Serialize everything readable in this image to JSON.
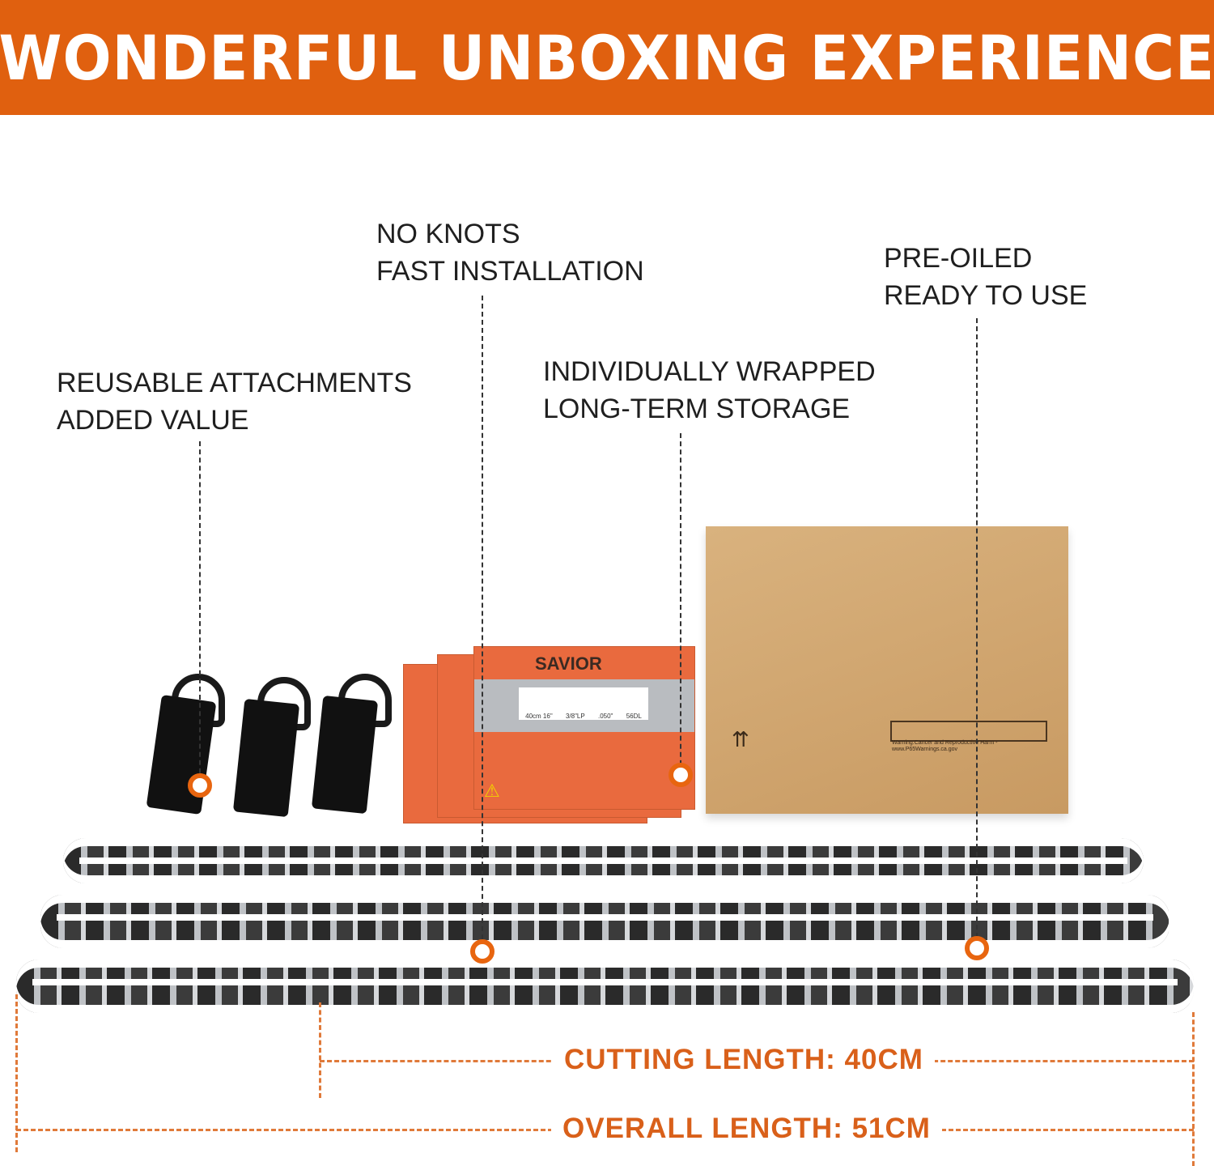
{
  "banner": {
    "title": "WONDERFUL UNBOXING EXPERIENCE"
  },
  "callouts": [
    {
      "line1": "REUSABLE ATTACHMENTS",
      "line2": "ADDED VALUE"
    },
    {
      "line1": "NO KNOTS",
      "line2": "FAST INSTALLATION"
    },
    {
      "line1": "INDIVIDUALLY WRAPPED",
      "line2": "LONG-TERM STORAGE"
    },
    {
      "line1": "PRE-OILED",
      "line2": "READY TO USE"
    }
  ],
  "product": {
    "logo": "SAVIOR",
    "pouch_specs": [
      "40cm 16\"",
      "3/8\"LP",
      ".050\"",
      "56DL"
    ],
    "box_warning": "Warning:Cancer and Reproductive Harm - www.P65Warnings.ca.gov"
  },
  "measurements": {
    "cutting": "CUTTING LENGTH: 40CM",
    "overall": "OVERALL LENGTH: 51CM"
  },
  "colors": {
    "accent": "#E0600F",
    "text": "#1f1f1f",
    "measure": "#D9601A"
  }
}
